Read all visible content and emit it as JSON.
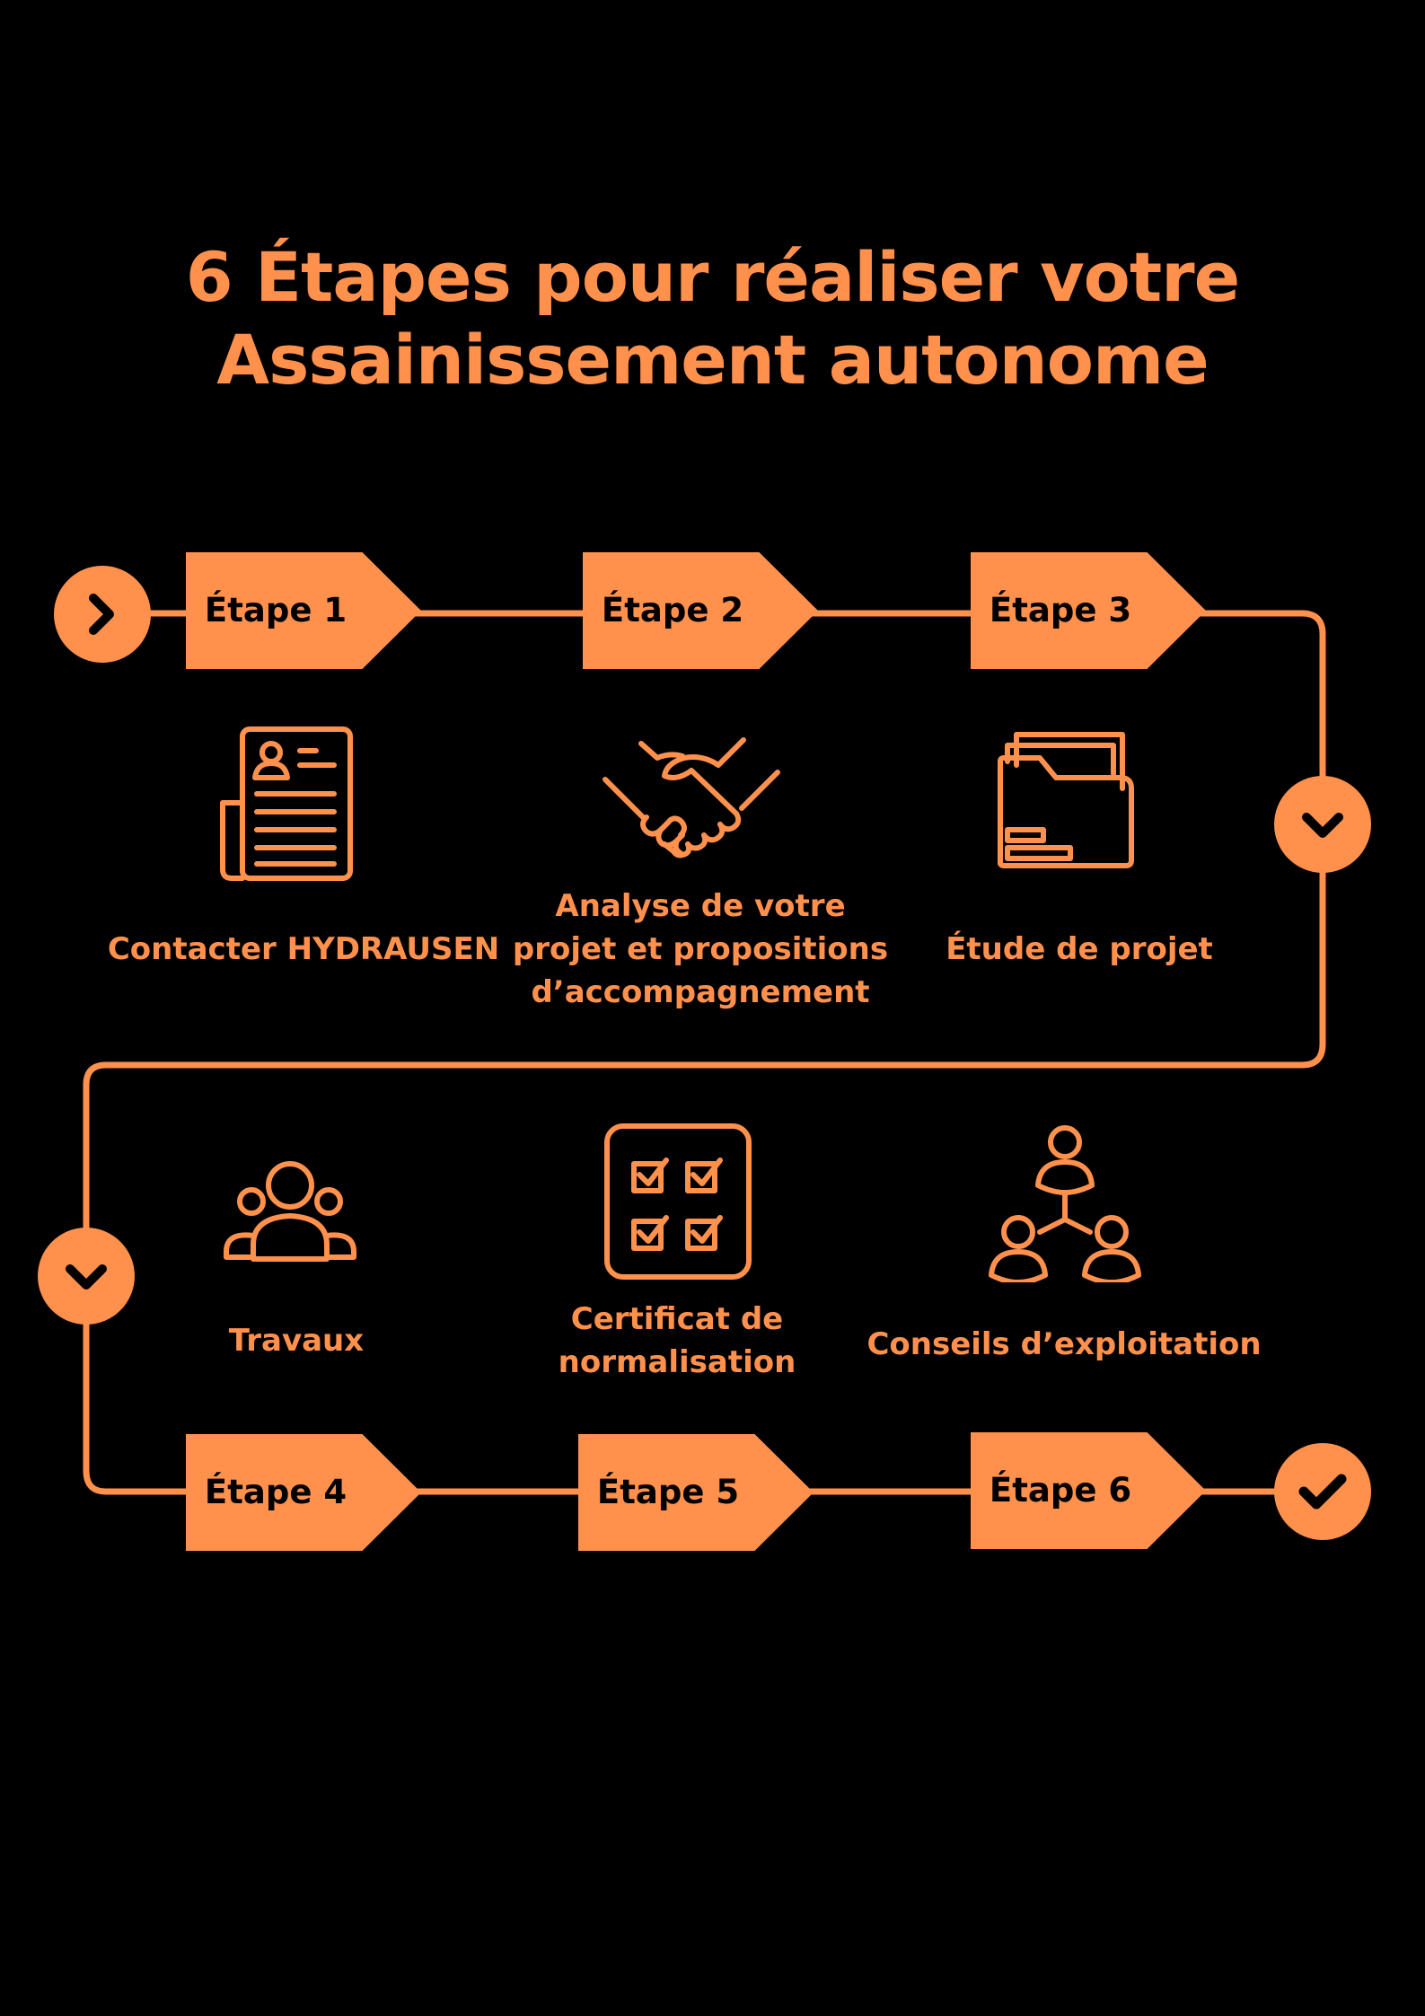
{
  "title": {
    "line1": "6 Étapes pour réaliser votre",
    "line2": "Assainissement autonome"
  },
  "colors": {
    "accent": "#FF914D",
    "background": "#000000"
  },
  "steps": [
    {
      "tag": "Étape 1",
      "icon": "document-person-icon",
      "label_lines": [
        "Contacter HYDRAUSEN"
      ]
    },
    {
      "tag": "Étape 2",
      "icon": "handshake-icon",
      "label_lines": [
        "Analyse de votre",
        "projet et propositions",
        "d’accompagnement"
      ]
    },
    {
      "tag": "Étape 3",
      "icon": "folder-icon",
      "label_lines": [
        "Étude de projet"
      ]
    },
    {
      "tag": "Étape 4",
      "icon": "group-people-icon",
      "label_lines": [
        "Travaux"
      ]
    },
    {
      "tag": "Étape 5",
      "icon": "checklist-icon",
      "label_lines": [
        "Certificat de",
        "normalisation"
      ]
    },
    {
      "tag": "Étape 6",
      "icon": "network-people-icon",
      "label_lines": [
        "Conseils d’exploitation"
      ]
    }
  ],
  "markers": {
    "start": "chevron-right-icon",
    "turn1": "chevron-down-icon",
    "turn2": "chevron-down-icon",
    "end": "checkmark-icon"
  }
}
